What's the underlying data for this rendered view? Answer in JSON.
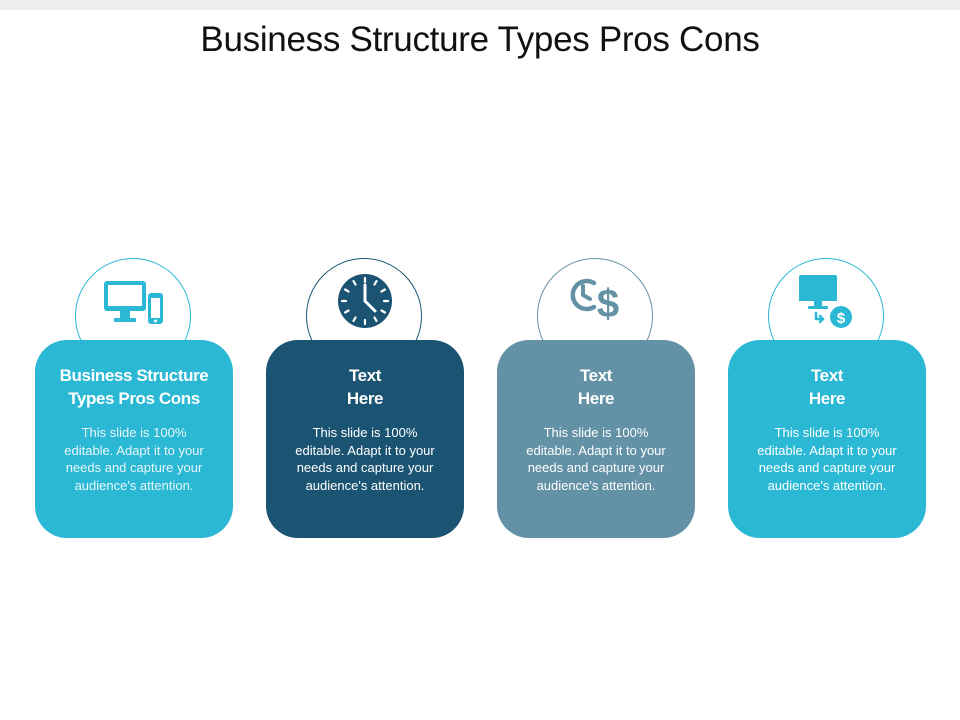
{
  "slide": {
    "title": "Business Structure Types Pros Cons"
  },
  "cards": [
    {
      "title_line1": "Business Structure",
      "title_line2": "Types Pros Cons",
      "body": "This slide is 100% editable. Adapt it to your needs and capture your audience's attention.",
      "color": "#2bb8d4",
      "text_color": "#e6f6fa",
      "icon": "devices-icon"
    },
    {
      "title_line1": "Text",
      "title_line2": "Here",
      "body": "This slide is 100% editable. Adapt it to your needs and capture your audience's attention.",
      "color": "#1b5472",
      "text_color": "#ffffff",
      "icon": "clock-icon"
    },
    {
      "title_line1": "Text",
      "title_line2": "Here",
      "body": "This slide is 100% editable. Adapt it to your needs and capture your audience's attention.",
      "color": "#6391a6",
      "text_color": "#ffffff",
      "icon": "time-money-icon"
    },
    {
      "title_line1": "Text",
      "title_line2": "Here",
      "body": "This slide is 100% editable. Adapt it to your needs and capture your audience's attention.",
      "color": "#2bb8d4",
      "text_color": "#ffffff",
      "icon": "computer-payment-icon"
    }
  ]
}
